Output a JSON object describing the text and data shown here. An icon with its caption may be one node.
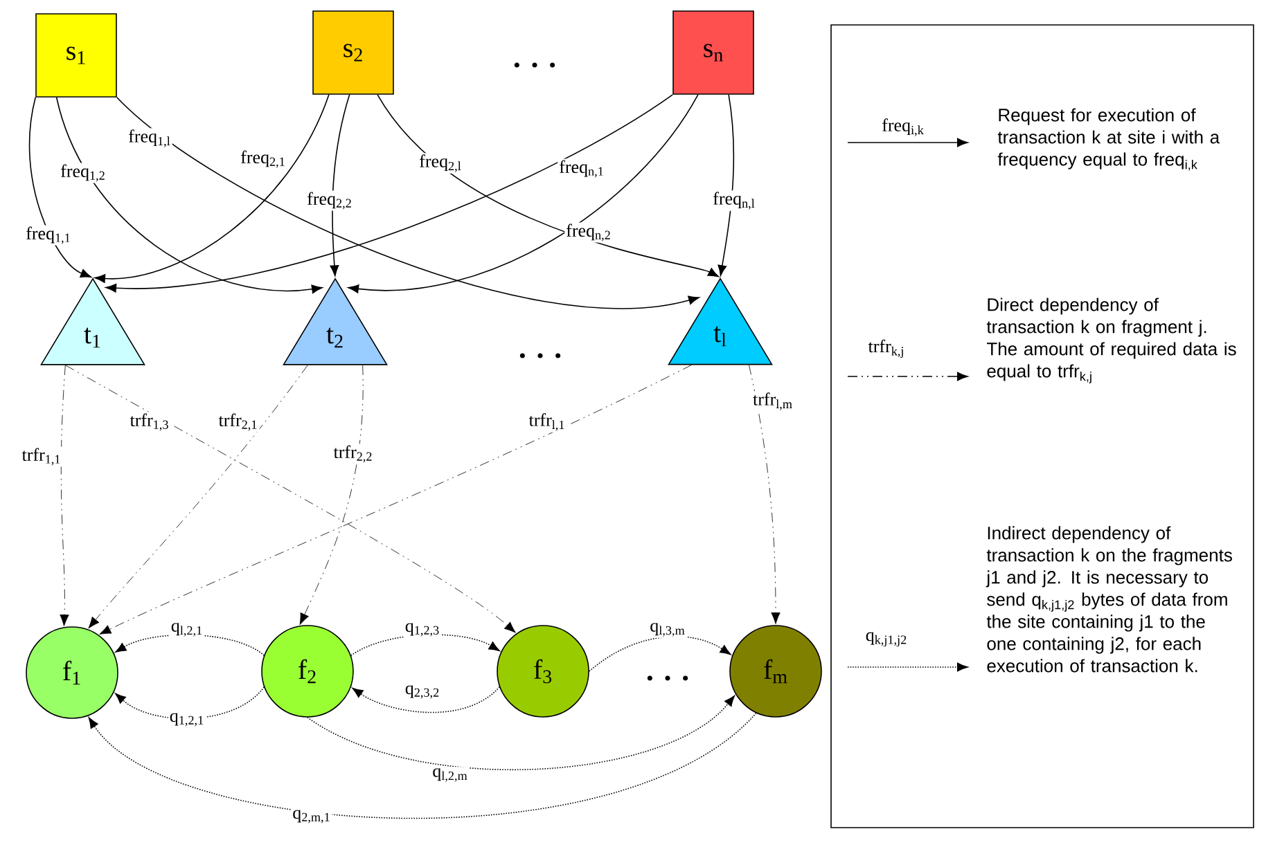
{
  "diagram": {
    "nodes": [
      {
        "text": [
          "s$_{1}$"
        ]
      },
      {
        "text": [
          "s$_{2}$"
        ]
      },
      {
        "text": [
          "s$_{n}$"
        ]
      },
      {
        "text": [
          "t$_{1}$"
        ]
      },
      {
        "text": [
          "t$_{2}$"
        ]
      },
      {
        "text": [
          "t$_{l}$"
        ]
      },
      {
        "text": [
          "f$_{1}$"
        ]
      },
      {
        "text": [
          "f$_{2}$"
        ]
      },
      {
        "text": [
          "f$_{3}$"
        ]
      },
      {
        "text": [
          "f$_{m}$"
        ]
      }
    ],
    "edges": [
      {
        "from": 0,
        "to": 3,
        "arrow": "to",
        "label": "freq$_{1,1}$"
      },
      {
        "from": 0,
        "to": 4,
        "arrow": "to",
        "label": "freq$_{1,2}$"
      },
      {
        "from": 0,
        "to": 5,
        "arrow": "to",
        "label": "freq$_{1,l}$"
      },
      {
        "from": 1,
        "to": 3,
        "arrow": "to",
        "label": "freq$_{2,1}$"
      },
      {
        "from": 1,
        "to": 4,
        "arrow": "to",
        "label": "freq$_{2,2}$"
      },
      {
        "from": 1,
        "to": 5,
        "arrow": "to",
        "label": "freq$_{2,l}$"
      },
      {
        "from": 2,
        "to": 3,
        "arrow": "to",
        "label": "freq$_{n,1}$"
      },
      {
        "from": 2,
        "to": 4,
        "arrow": "to",
        "label": "freq$_{n,2}$"
      },
      {
        "from": 2,
        "to": 5,
        "arrow": "to",
        "label": "freq$_{n,l}$"
      },
      {
        "from": 3,
        "to": 6,
        "arrow": "to",
        "label": "trfr$_{1,1}$",
        "style": "dashed"
      },
      {
        "from": 3,
        "to": 8,
        "arrow": "to",
        "label": "trfr$_{1,3}$",
        "style": "dashed"
      },
      {
        "from": 4,
        "to": 6,
        "arrow": "to",
        "label": "trfr$_{2,1}$",
        "style": "dashed"
      },
      {
        "from": 4,
        "to": 7,
        "arrow": "to",
        "label": "trfr$_{2,2}$",
        "style": "dashed"
      },
      {
        "from": 5,
        "to": 6,
        "arrow": "to",
        "label": "trfr$_{l,1}$",
        "style": "dashed"
      },
      {
        "from": 5,
        "to": 9,
        "arrow": "to",
        "label": "trfr$_{l,m}$",
        "style": "dashed"
      },
      {
        "from": 7,
        "to": 6,
        "arrow": "to",
        "label": "q$_{l,2,1}$",
        "style": "dashed"
      },
      {
        "from": 7,
        "to": 6,
        "arrow": "to",
        "label": "q$_{1,2,1}$",
        "style": "dashed"
      },
      {
        "from": 7,
        "to": 8,
        "arrow": "to",
        "label": "q$_{1,2,3}$",
        "style": "dashed"
      },
      {
        "from": 8,
        "to": 7,
        "arrow": "to",
        "label": "q$_{2,3,2}$",
        "style": "dashed"
      },
      {
        "from": 8,
        "to": 9,
        "arrow": "to",
        "label": "q$_{l,3,m}$",
        "style": "dashed"
      },
      {
        "from": 7,
        "to": 9,
        "arrow": "to",
        "label": "q$_{l,2,m}$",
        "style": "dashed"
      },
      {
        "from": 9,
        "to": 6,
        "arrow": "to",
        "label": "q$_{2,m,1}$",
        "style": "dashed"
      }
    ],
    "labels": [
      ". . .",
      ". . .",
      ". . .",
      "freq$_{i,k}$",
      "trfr$_{k,j}$",
      "q$_{k,j1,j2}$"
    ],
    "legend": [
      {
        "text": "Request for execution of transaction k at site i with a frequency equal to freq$_{i,k}$"
      },
      {
        "text": "Direct dependency of transaction k on fragment j. The amount of required data is equal to trfr$_{k,j}$"
      },
      {
        "text": "Indirect dependency of transaction k on the fragments j1 and j2. It is necessary to send q$_{k,j1,j2}$ bytes of data from the site containing j1 to the one containing j2, for each execution of transaction k."
      }
    ]
  }
}
